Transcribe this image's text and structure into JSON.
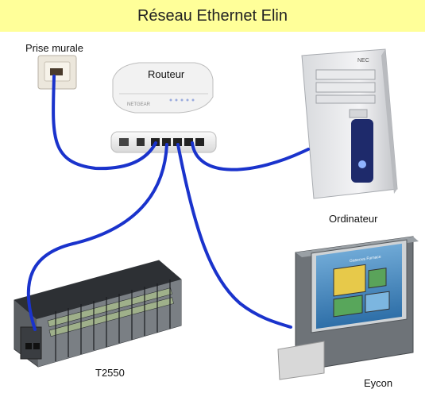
{
  "title": "Réseau Ethernet Elin",
  "labels": {
    "wall_socket": "Prise murale",
    "router": "Routeur",
    "computer": "Ordinateur",
    "t2550": "T2550",
    "eycon": "Eycon"
  },
  "router_brand": "NETGEAR",
  "computer_brand": "NEC",
  "eycon_screen_title": "Gaseous Furnace",
  "colors": {
    "banner": "#ffff99",
    "cable": "#1a33cc"
  }
}
